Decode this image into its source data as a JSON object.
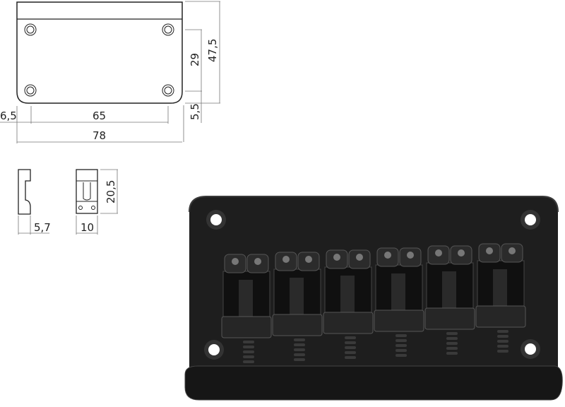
{
  "dimensions": {
    "plate_height": "47,5",
    "hole_spacing_vertical": "29",
    "bottom_offset": "5,5",
    "side_offset": "6,5",
    "hole_spacing_horizontal": "65",
    "plate_width": "78",
    "saddle_height": "20,5",
    "saddle_depth": "5,7",
    "saddle_width": "10"
  },
  "photo": {
    "saddle_count": 6,
    "plate_color": "#1e1e1e"
  }
}
